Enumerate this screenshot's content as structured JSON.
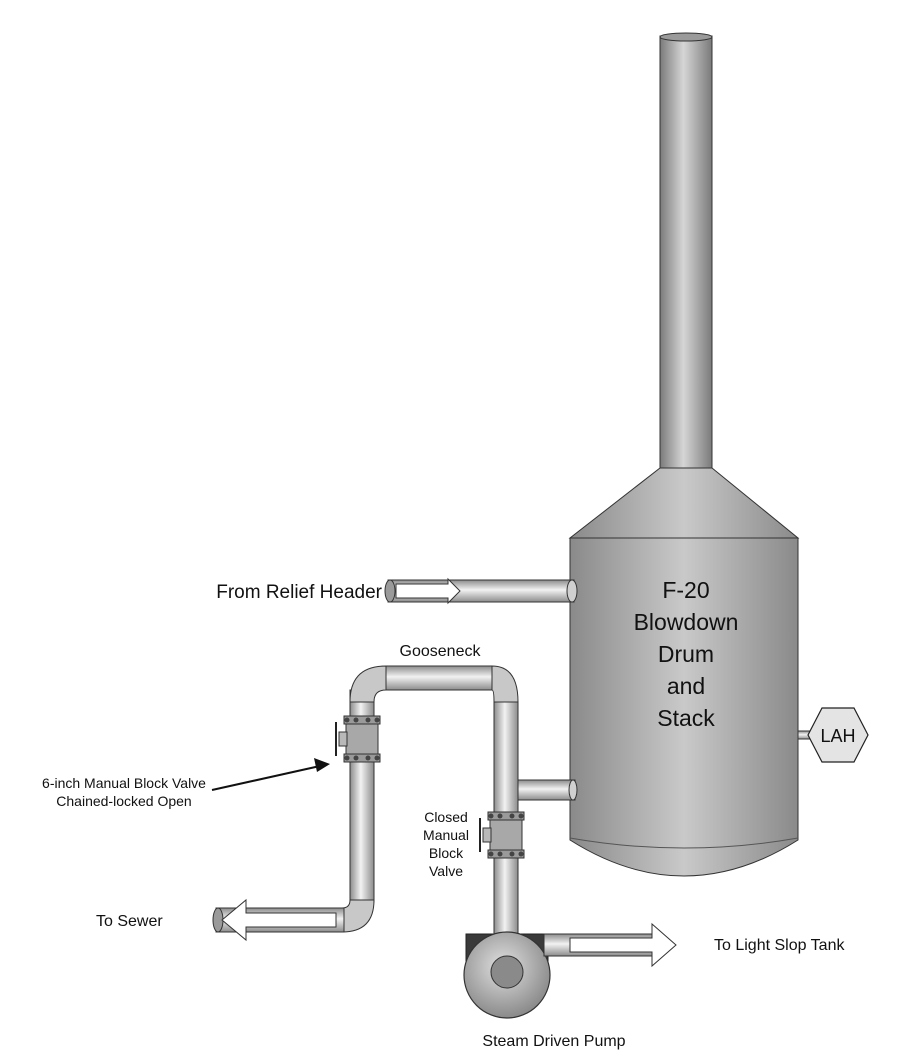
{
  "drum": {
    "title_lines": [
      "F-20",
      "Blowdown",
      "Drum",
      "and",
      "Stack"
    ]
  },
  "instrument": {
    "label": "LAH"
  },
  "labels": {
    "relief_header": "From Relief Header",
    "gooseneck": "Gooseneck",
    "manual_valve_line1": "6-inch Manual Block Valve",
    "manual_valve_line2": "Chained-locked Open",
    "closed_valve_lines": [
      "Closed",
      "Manual",
      "Block",
      "Valve"
    ],
    "to_sewer": "To Sewer",
    "to_slop_tank": "To  Light Slop Tank",
    "pump": "Steam Driven Pump"
  },
  "colors": {
    "metal_light": "#ececec",
    "metal_mid": "#b4b4b4",
    "metal_dark": "#6e6e6e",
    "outline": "#333333"
  }
}
